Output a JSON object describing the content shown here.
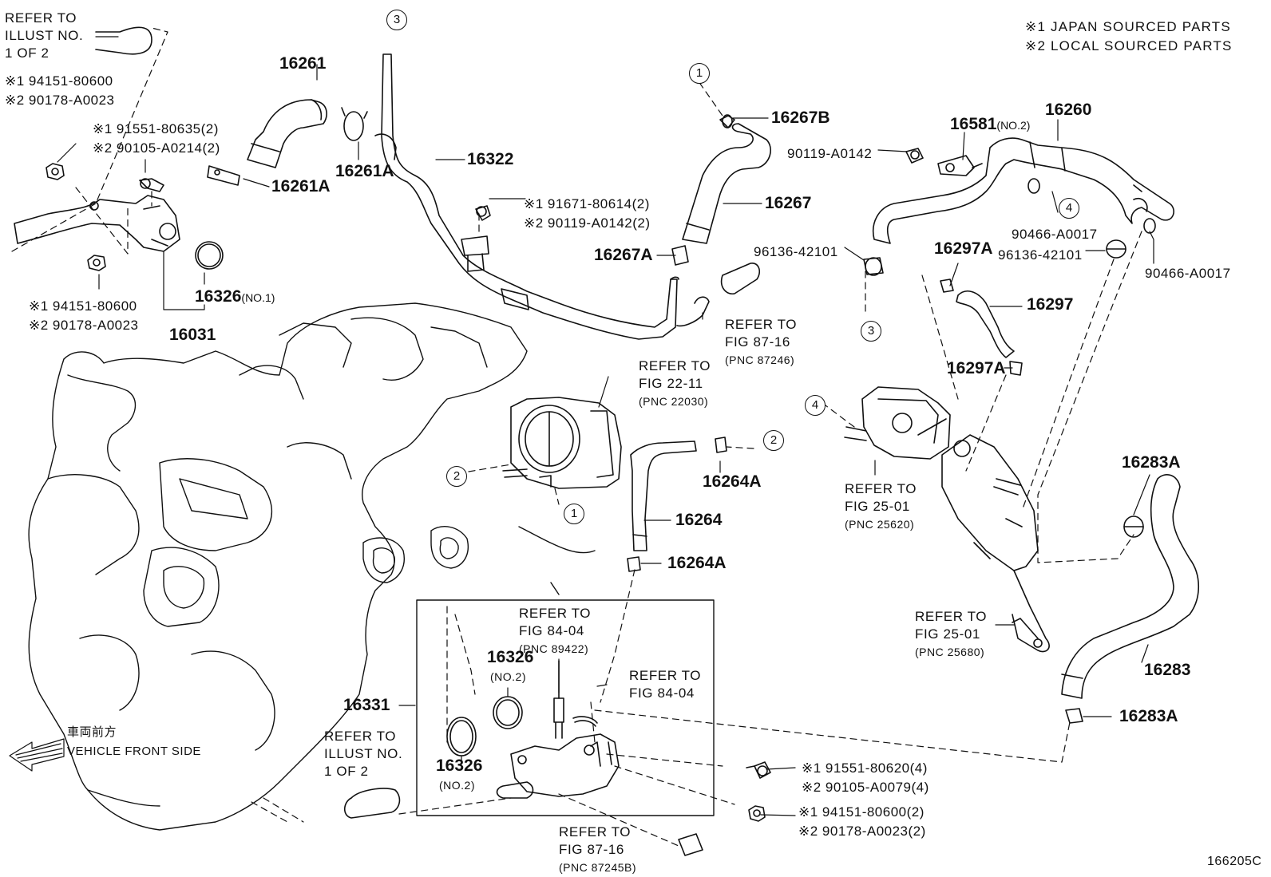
{
  "legend": {
    "line1": "※1 JAPAN SOURCED PARTS",
    "line2": "※2 LOCAL SOURCED PARTS"
  },
  "diagram_id": "166205C",
  "front_arrow": {
    "jp": "車両前方",
    "en": "VEHICLE FRONT SIDE"
  },
  "callouts": {
    "c1": "1",
    "c2": "2",
    "c3": "3",
    "c4": "4"
  },
  "parts": {
    "p16261": "16261",
    "p16261A_top": "16261A",
    "p16261A_left": "16261A",
    "p16322": "16322",
    "p16267B": "16267B",
    "p16267": "16267",
    "p16267A": "16267A",
    "p16260": "16260",
    "p16581": "16581",
    "p16581_no": "(NO.2)",
    "p16297A_top": "16297A",
    "p16297": "16297",
    "p16297A_mid": "16297A",
    "p16326_a": "16326",
    "p16326_a_no": "(NO.1)",
    "p16031": "16031",
    "p16264A_a": "16264A",
    "p16264": "16264",
    "p16264A_b": "16264A",
    "p16283A_top": "16283A",
    "p16283": "16283",
    "p16283A_bot": "16283A",
    "p16326_b": "16326",
    "p16326_b_no": "(NO.2)",
    "p16326_c": "16326",
    "p16326_c_no": "(NO.2)",
    "p16331": "16331"
  },
  "fasteners": {
    "f1a": "※1 94151-80600",
    "f1b": "※2 90178-A0023",
    "f2a": "※1 91551-80635(2)",
    "f2b": "※2 90105-A0214(2)",
    "f3a": "※1 94151-80600",
    "f3b": "※2 90178-A0023",
    "f4a": "※1 91671-80614(2)",
    "f4b": "※2 90119-A0142(2)",
    "f5": "96136-42101",
    "f6": "90119-A0142",
    "f7": "90466-A0017",
    "f8": "96136-42101",
    "f9": "90466-A0017",
    "f10a": "※1 91551-80620(4)",
    "f10b": "※2 90105-A0079(4)",
    "f11a": "※1 94151-80600(2)",
    "f11b": "※2 90178-A0023(2)"
  },
  "refs": {
    "r1": {
      "l1": "REFER TO",
      "l2": "ILLUST NO.",
      "l3": "1 OF 2"
    },
    "r2": {
      "l1": "REFER TO",
      "l2": "FIG 87-16",
      "pnc": "(PNC 87246)"
    },
    "r3": {
      "l1": "REFER TO",
      "l2": "FIG 22-11",
      "pnc": "(PNC 22030)"
    },
    "r4": {
      "l1": "REFER TO",
      "l2": "FIG 25-01",
      "pnc": "(PNC 25620)"
    },
    "r5": {
      "l1": "REFER TO",
      "l2": "FIG 25-01",
      "pnc": "(PNC 25680)"
    },
    "r6": {
      "l1": "REFER TO",
      "l2": "FIG 84-04",
      "pnc": "(PNC 89422)"
    },
    "r7": {
      "l1": "REFER TO",
      "l2": "FIG 84-04"
    },
    "r8": {
      "l1": "REFER TO",
      "l2": "ILLUST NO.",
      "l3": "1 OF 2"
    },
    "r9": {
      "l1": "REFER TO",
      "l2": "FIG 87-16",
      "pnc": "(PNC 87245B)"
    }
  }
}
